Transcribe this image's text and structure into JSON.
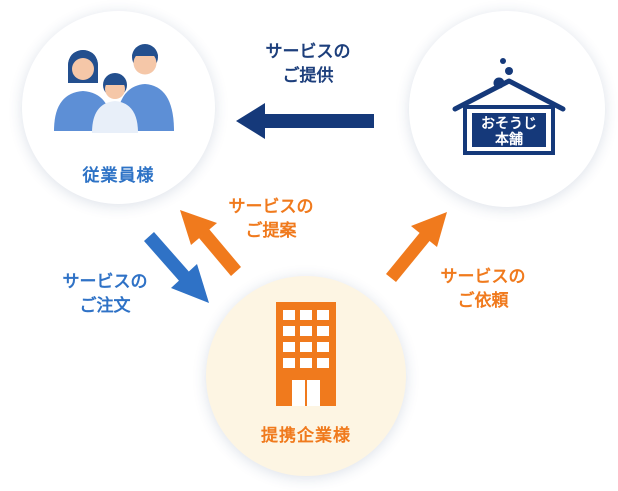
{
  "nodes": {
    "employees": {
      "label": "従業員様"
    },
    "company": {
      "logo_line1": "おそうじ",
      "logo_line2": "本舗"
    },
    "partner": {
      "label": "提携企業様"
    }
  },
  "flows": {
    "provide": {
      "line1": "サービスの",
      "line2": "ご提供"
    },
    "propose": {
      "line1": "サービスの",
      "line2": "ご提案"
    },
    "order": {
      "line1": "サービスの",
      "line2": "ご注文"
    },
    "request": {
      "line1": "サービスの",
      "line2": "ご依頼"
    }
  },
  "colors": {
    "navy": "#15397a",
    "blue": "#2f72c6",
    "orange": "#f07a1d",
    "partner_bg": "#fdf5e3",
    "people_fill": "#5d8fd6"
  }
}
